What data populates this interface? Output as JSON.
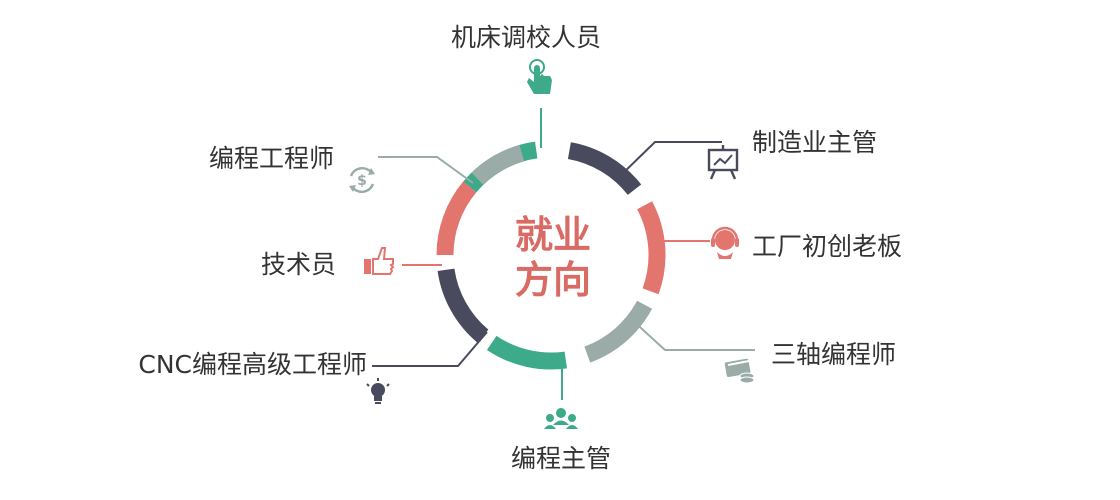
{
  "center": {
    "line1": "就业",
    "line2": "方向",
    "color": "#d96a64"
  },
  "colors": {
    "green": "#3daa8a",
    "navy": "#4a4a5e",
    "salmon": "#e2766f",
    "gray": "#9aaba8"
  },
  "roles": [
    {
      "id": "machine-tuner",
      "label": "机床调校人员",
      "icon": "pointer-hand-icon",
      "color": "#3daa8a"
    },
    {
      "id": "manufacturing-supervisor",
      "label": "制造业主管",
      "icon": "presentation-board-icon",
      "color": "#4a4a5e"
    },
    {
      "id": "factory-founder",
      "label": "工厂初创老板",
      "icon": "headset-person-icon",
      "color": "#e2766f"
    },
    {
      "id": "three-axis-programmer",
      "label": "三轴编程师",
      "icon": "cash-card-icon",
      "color": "#9aaba8"
    },
    {
      "id": "programming-supervisor",
      "label": "编程主管",
      "icon": "team-icon",
      "color": "#3daa8a"
    },
    {
      "id": "cnc-senior-engineer",
      "label": "CNC编程高级工程师",
      "icon": "lightbulb-icon",
      "color": "#4a4a5e"
    },
    {
      "id": "technician",
      "label": "技术员",
      "icon": "thumbs-up-icon",
      "color": "#e2766f"
    },
    {
      "id": "programming-engineer",
      "label": "编程工程师",
      "icon": "dollar-cycle-icon",
      "color": "#9aaba8"
    }
  ]
}
